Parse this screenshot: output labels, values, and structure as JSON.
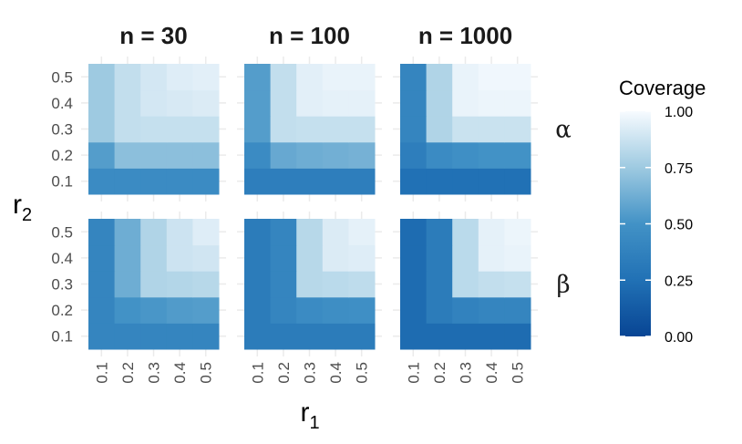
{
  "chart_data": {
    "type": "heatmap",
    "column_facets": [
      "n = 30",
      "n = 100",
      "n = 1000"
    ],
    "row_facets": [
      "α",
      "β"
    ],
    "x": [
      "0.1",
      "0.2",
      "0.3",
      "0.4",
      "0.5"
    ],
    "y": [
      "0.1",
      "0.2",
      "0.3",
      "0.4",
      "0.5"
    ],
    "xlabel": {
      "base": "r",
      "sub": "1"
    },
    "ylabel": {
      "base": "r",
      "sub": "2"
    },
    "legend": {
      "title": "Coverage",
      "ticks": [
        "0.00",
        "0.25",
        "0.50",
        "0.75",
        "1.00"
      ],
      "tick_values": [
        0,
        0.25,
        0.5,
        0.75,
        1
      ],
      "range": [
        0,
        1
      ],
      "color_low": "#084594",
      "color_high": "#f7fbff",
      "placement": "right"
    },
    "panels": [
      {
        "row": "α",
        "col": "n = 30",
        "values": [
          [
            0.45,
            0.45,
            0.45,
            0.45,
            0.45
          ],
          [
            0.55,
            0.7,
            0.7,
            0.7,
            0.7
          ],
          [
            0.75,
            0.85,
            0.86,
            0.86,
            0.86
          ],
          [
            0.75,
            0.85,
            0.9,
            0.91,
            0.92
          ],
          [
            0.75,
            0.85,
            0.9,
            0.93,
            0.94
          ]
        ]
      },
      {
        "row": "α",
        "col": "n = 100",
        "values": [
          [
            0.35,
            0.35,
            0.35,
            0.35,
            0.35
          ],
          [
            0.45,
            0.6,
            0.62,
            0.63,
            0.64
          ],
          [
            0.55,
            0.85,
            0.86,
            0.86,
            0.86
          ],
          [
            0.55,
            0.85,
            0.94,
            0.95,
            0.95
          ],
          [
            0.55,
            0.85,
            0.94,
            0.96,
            0.96
          ]
        ]
      },
      {
        "row": "α",
        "col": "n = 1000",
        "values": [
          [
            0.25,
            0.25,
            0.25,
            0.25,
            0.25
          ],
          [
            0.35,
            0.45,
            0.48,
            0.5,
            0.5
          ],
          [
            0.4,
            0.8,
            0.87,
            0.87,
            0.87
          ],
          [
            0.4,
            0.8,
            0.96,
            0.97,
            0.97
          ],
          [
            0.4,
            0.8,
            0.96,
            0.98,
            0.98
          ]
        ]
      },
      {
        "row": "β",
        "col": "n = 30",
        "values": [
          [
            0.4,
            0.4,
            0.4,
            0.4,
            0.4
          ],
          [
            0.4,
            0.5,
            0.52,
            0.54,
            0.55
          ],
          [
            0.4,
            0.62,
            0.8,
            0.81,
            0.82
          ],
          [
            0.4,
            0.62,
            0.8,
            0.88,
            0.89
          ],
          [
            0.4,
            0.62,
            0.8,
            0.88,
            0.93
          ]
        ]
      },
      {
        "row": "β",
        "col": "n = 100",
        "values": [
          [
            0.33,
            0.33,
            0.33,
            0.33,
            0.33
          ],
          [
            0.33,
            0.4,
            0.45,
            0.47,
            0.48
          ],
          [
            0.33,
            0.4,
            0.82,
            0.83,
            0.84
          ],
          [
            0.33,
            0.4,
            0.82,
            0.92,
            0.93
          ],
          [
            0.33,
            0.4,
            0.82,
            0.92,
            0.95
          ]
        ]
      },
      {
        "row": "β",
        "col": "n = 1000",
        "values": [
          [
            0.22,
            0.22,
            0.22,
            0.22,
            0.22
          ],
          [
            0.22,
            0.33,
            0.38,
            0.4,
            0.4
          ],
          [
            0.22,
            0.33,
            0.83,
            0.85,
            0.86
          ],
          [
            0.22,
            0.33,
            0.83,
            0.95,
            0.96
          ],
          [
            0.22,
            0.33,
            0.83,
            0.95,
            0.97
          ]
        ]
      }
    ]
  }
}
